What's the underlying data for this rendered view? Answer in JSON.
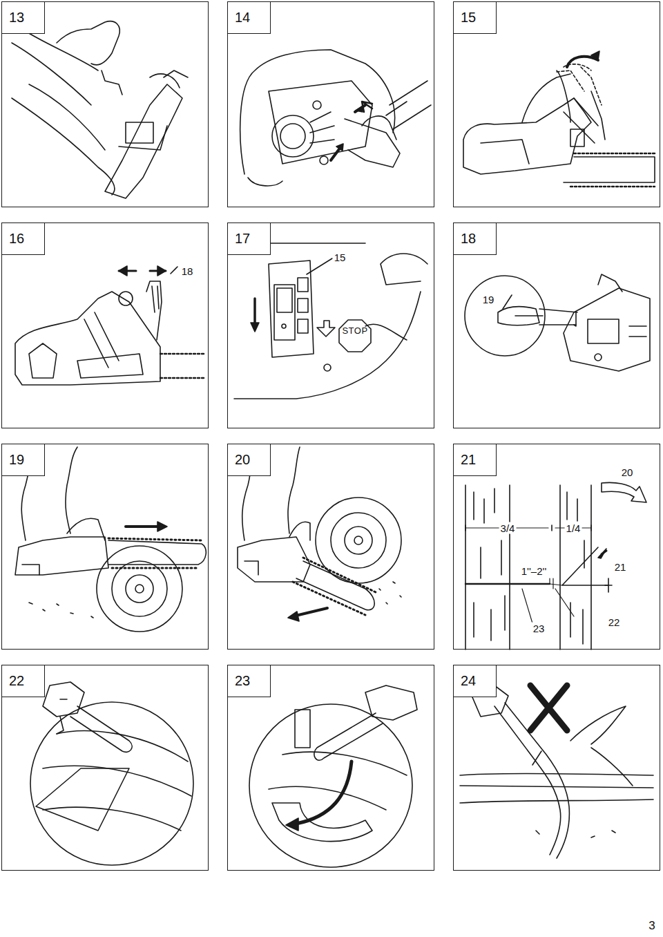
{
  "diagram": {
    "nodes": [
      {
        "text": [
          "13"
        ]
      },
      {
        "text": [
          "14"
        ]
      },
      {
        "text": [
          "15"
        ]
      },
      {
        "text": [
          "16"
        ]
      },
      {
        "text": [
          "17"
        ]
      },
      {
        "text": [
          "18"
        ]
      },
      {
        "text": [
          "19"
        ]
      },
      {
        "text": [
          "20"
        ]
      },
      {
        "text": [
          "21"
        ]
      },
      {
        "text": [
          "22"
        ]
      },
      {
        "text": [
          "23"
        ]
      },
      {
        "text": [
          "24"
        ]
      }
    ],
    "edges": [],
    "labels": [
      "18",
      "15",
      "STOP",
      "19",
      "20",
      "3/4",
      "1/4",
      "1''–2''",
      "21",
      "23",
      "22",
      "3"
    ]
  }
}
